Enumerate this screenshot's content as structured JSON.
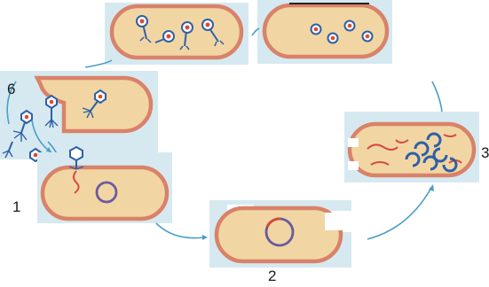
{
  "steps": {
    "label_1": "1",
    "label_2": "2",
    "label_3": "3",
    "label_6": "6"
  },
  "colors": {
    "panel_background": "#d6e9f0",
    "cell_cytoplasm": "#f1d6a3",
    "cell_membrane": "#d9826a",
    "phage_blue": "#2f5fa8",
    "phage_head_red": "#d94a3a",
    "phage_dna_red": "#d94a3a",
    "host_dna_purple": "#6a5aa0",
    "arrow_blue": "#4a9ec8"
  }
}
